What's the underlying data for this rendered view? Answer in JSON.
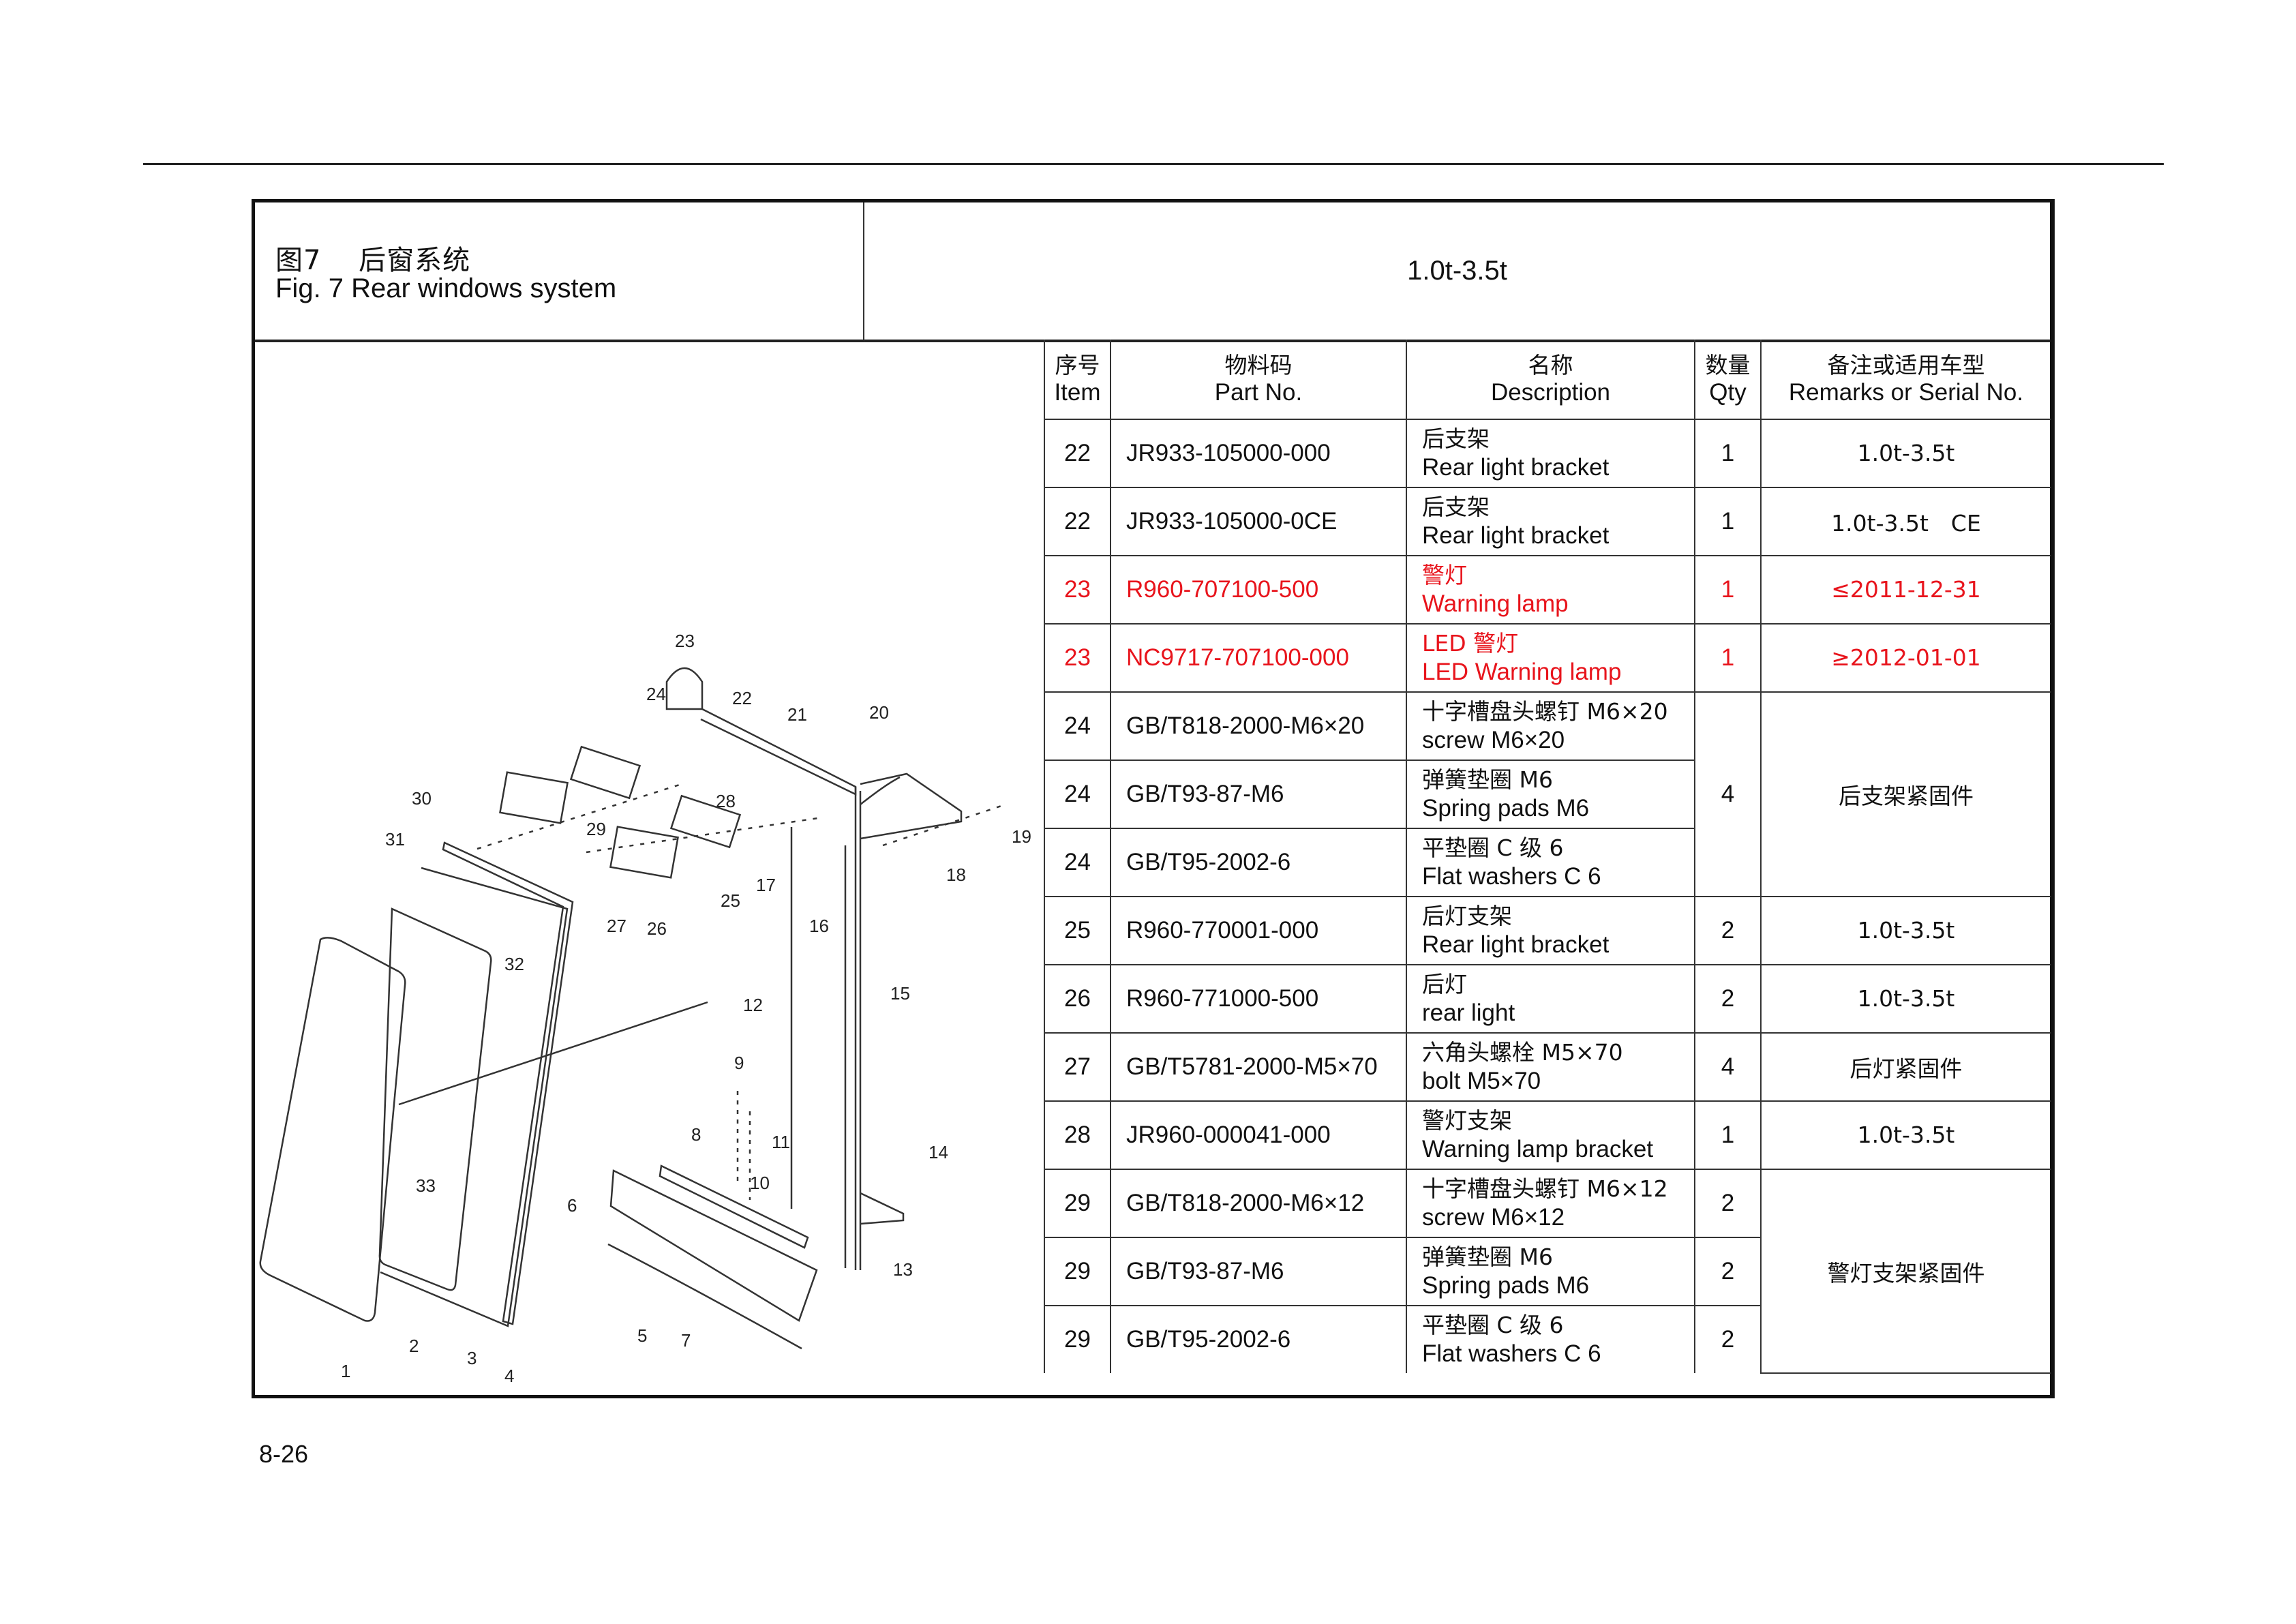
{
  "figure": {
    "title_cn": "图7　 后窗系统",
    "title_en": "Fig. 7  Rear windows system",
    "applicability": "1.0t-3.5t"
  },
  "diagram": {
    "callouts": [
      "1",
      "2",
      "3",
      "4",
      "5",
      "6",
      "7",
      "8",
      "9",
      "10",
      "11",
      "12",
      "13",
      "14",
      "15",
      "16",
      "17",
      "18",
      "19",
      "20",
      "21",
      "22",
      "23",
      "24",
      "25",
      "26",
      "27",
      "28",
      "29",
      "30",
      "31",
      "32",
      "33"
    ]
  },
  "table": {
    "headers": {
      "item_cn": "序号",
      "item_en": "Item",
      "part_cn": "物料码",
      "part_en": "Part No.",
      "desc_cn": "名称",
      "desc_en": "Description",
      "qty_cn": "数量",
      "qty_en": "Qty",
      "remarks_cn": "备注或适用车型",
      "remarks_en": "Remarks or Serial No."
    },
    "rows": [
      {
        "item": "22",
        "part": "JR933-105000-000",
        "desc_cn": "后支架",
        "desc_en": "Rear light bracket",
        "qty": "1",
        "remarks": "1.0t-3.5t"
      },
      {
        "item": "22",
        "part": "JR933-105000-0CE",
        "desc_cn": "后支架",
        "desc_en": "Rear light bracket",
        "qty": "1",
        "remarks": "1.0t-3.5t　CE"
      },
      {
        "item": "23",
        "part": "R960-707100-500",
        "desc_cn": "警灯",
        "desc_en": "Warning lamp",
        "qty": "1",
        "remarks": "≤2011-12-31",
        "highlight": true
      },
      {
        "item": "23",
        "part": "NC9717-707100-000",
        "desc_cn": "LED 警灯",
        "desc_en": "LED  Warning lamp",
        "qty": "1",
        "remarks": "≥2012-01-01",
        "highlight": true
      },
      {
        "item": "24",
        "part": "GB/T818-2000-M6×20",
        "desc_cn": "十字槽盘头螺钉 M6×20",
        "desc_en": "screw M6×20",
        "qty": "4",
        "remarks": "后支架紧固件"
      },
      {
        "item": "24",
        "part": "GB/T93-87-M6",
        "desc_cn": "弹簧垫圈 M6",
        "desc_en": "Spring pads M6"
      },
      {
        "item": "24",
        "part": "GB/T95-2002-6",
        "desc_cn": "平垫圈  C 级  6",
        "desc_en": "Flat washers C 6"
      },
      {
        "item": "25",
        "part": "R960-770001-000",
        "desc_cn": "后灯支架",
        "desc_en": "Rear light bracket",
        "qty": "2",
        "remarks": "1.0t-3.5t"
      },
      {
        "item": "26",
        "part": "R960-771000-500",
        "desc_cn": "后灯",
        "desc_en": "rear light",
        "qty": "2",
        "remarks": "1.0t-3.5t"
      },
      {
        "item": "27",
        "part": "GB/T5781-2000-M5×70",
        "desc_cn": "六角头螺栓 M5×70",
        "desc_en": "bolt M5×70",
        "qty": "4",
        "remarks": "后灯紧固件"
      },
      {
        "item": "28",
        "part": "JR960-000041-000",
        "desc_cn": "警灯支架",
        "desc_en": "Warning lamp bracket",
        "qty": "1",
        "remarks": "1.0t-3.5t"
      },
      {
        "item": "29",
        "part": "GB/T818-2000-M6×12",
        "desc_cn": "十字槽盘头螺钉 M6×12",
        "desc_en": "screw M6×12",
        "qty": "2",
        "remarks": "警灯支架紧固件"
      },
      {
        "item": "29",
        "part": "GB/T93-87-M6",
        "desc_cn": "弹簧垫圈 M6",
        "desc_en": "Spring pads M6",
        "qty": "2"
      },
      {
        "item": "29",
        "part": "GB/T95-2002-6",
        "desc_cn": "平垫圈  C 级  6",
        "desc_en": "Flat washers C 6",
        "qty": "2"
      }
    ]
  },
  "colors": {
    "highlight": "#e8141c",
    "text": "#111111"
  },
  "page_number": "8-26"
}
